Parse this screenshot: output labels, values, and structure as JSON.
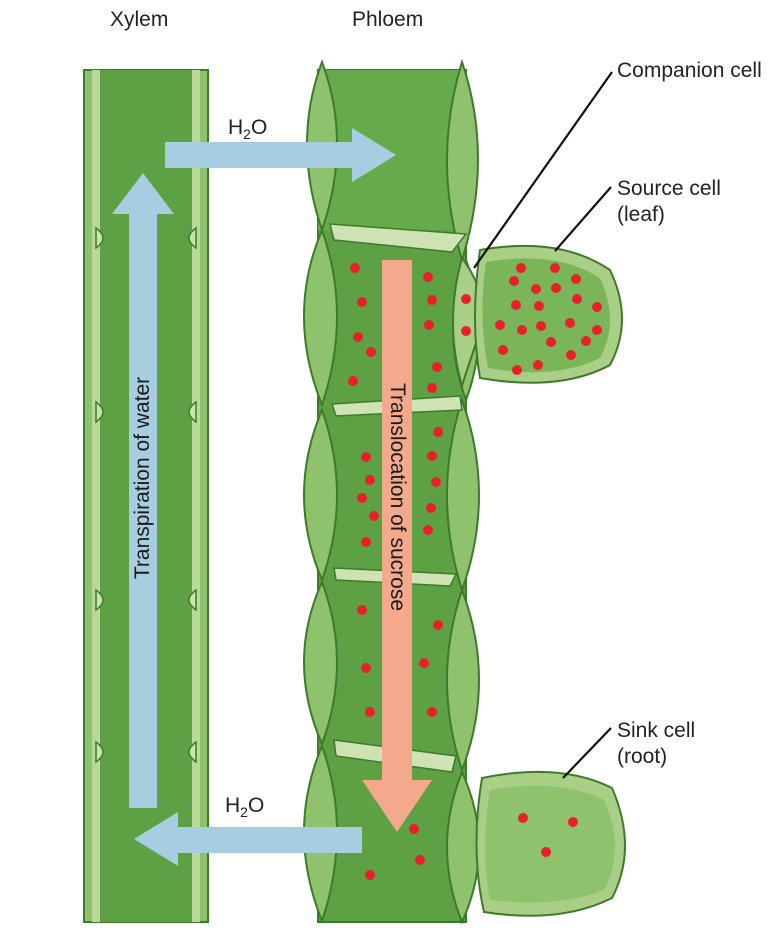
{
  "labels": {
    "xylem": "Xylem",
    "phloem": "Phloem",
    "companion_cell": "Companion cell",
    "source_cell": "Source cell (leaf)",
    "sink_cell": "Sink cell (root)",
    "h2o_top": {
      "main": "H",
      "sub": "2",
      "tail": "O"
    },
    "h2o_bottom": {
      "main": "H",
      "sub": "2",
      "tail": "O"
    },
    "transpiration": "Transpiration of water",
    "translocation": "Translocation of sucrose"
  },
  "colors": {
    "tube_green": "#5da144",
    "tube_light": "#8ec26c",
    "cell_pale": "#a9cf86",
    "outline": "#3e7a2c",
    "water_arrow": "#a6cde0",
    "sucrose_arrow": "#f4a98c",
    "sucrose_dot": "#e8202a",
    "plate": "#cfe2b4"
  }
}
